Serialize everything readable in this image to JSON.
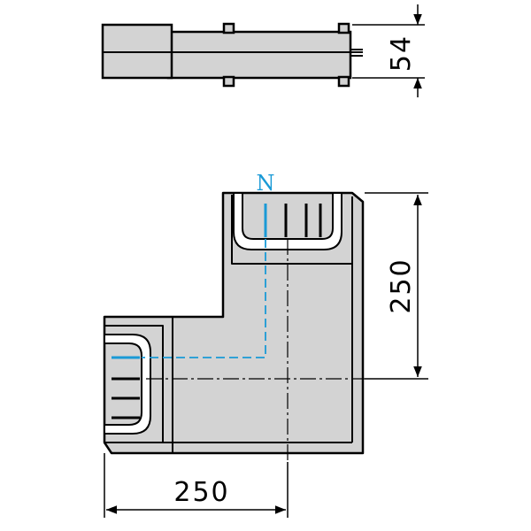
{
  "drawing": {
    "neutral_label": "N",
    "dim_top_height": "54",
    "dim_vertical": "250",
    "dim_horizontal": "250"
  },
  "colors": {
    "body_fill": "#d3d3d3",
    "stroke": "#000000",
    "neutral": "#1a9ad6",
    "background": "#ffffff"
  }
}
